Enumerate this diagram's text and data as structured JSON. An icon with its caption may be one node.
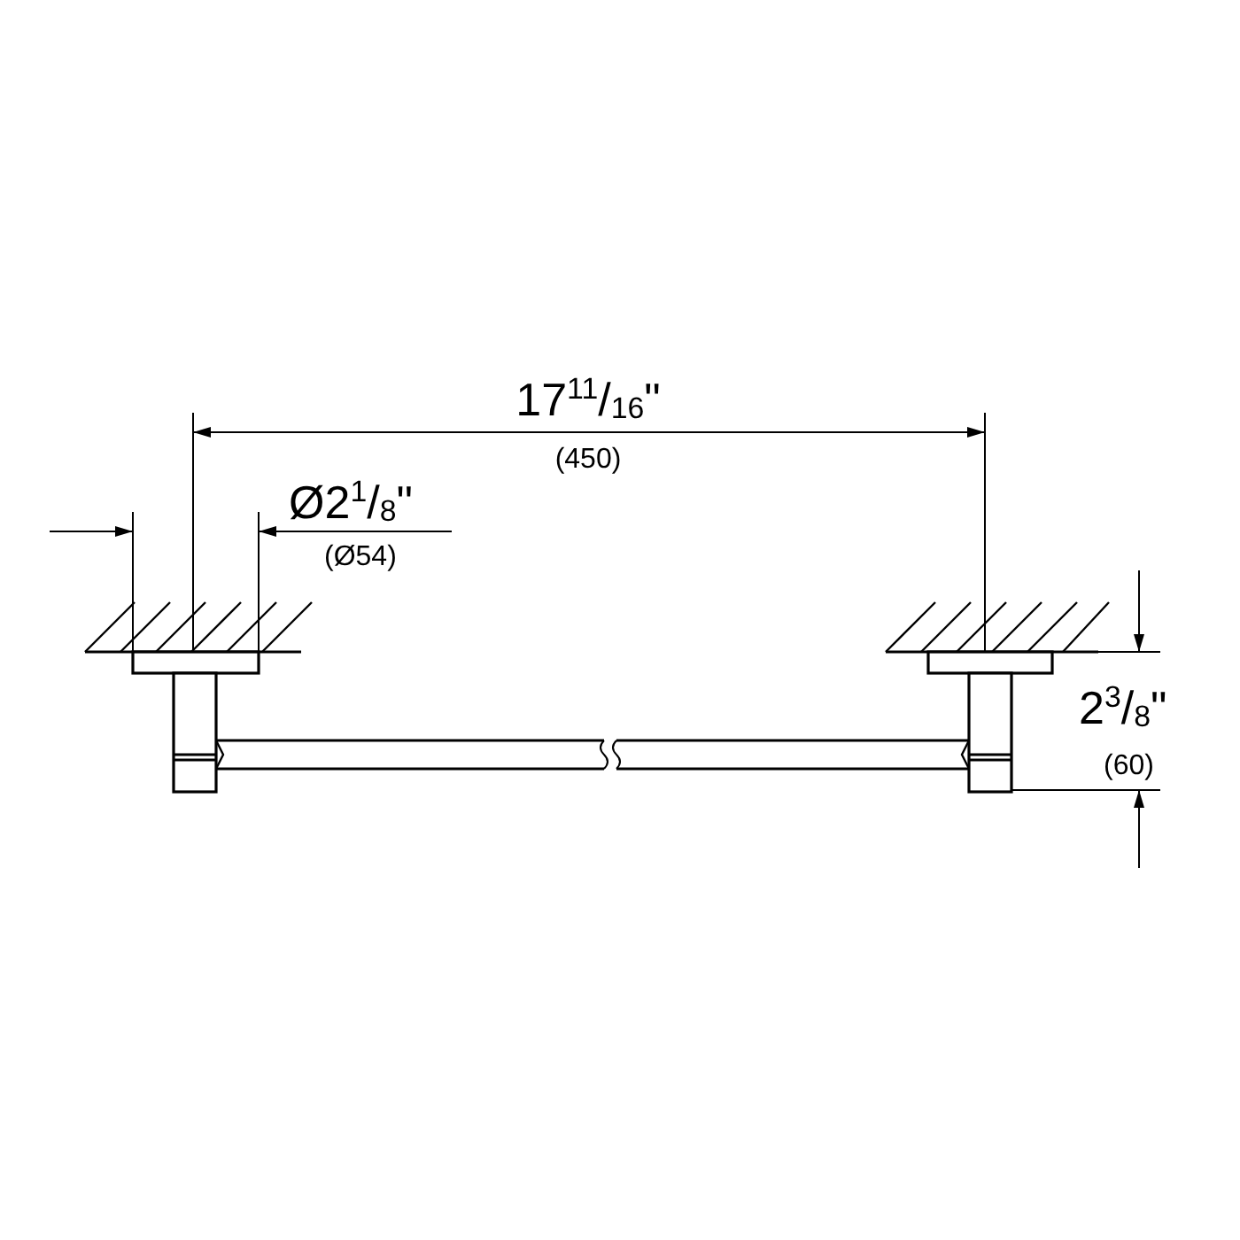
{
  "diagram": {
    "labels": [
      "17$^{11}$/$_{16}$\"",
      "(450)",
      "Ø2$^{1}$/$_{8}$\"",
      "(Ø54)",
      "2$^{3}$/$_{8}$\"",
      "(60)"
    ]
  }
}
